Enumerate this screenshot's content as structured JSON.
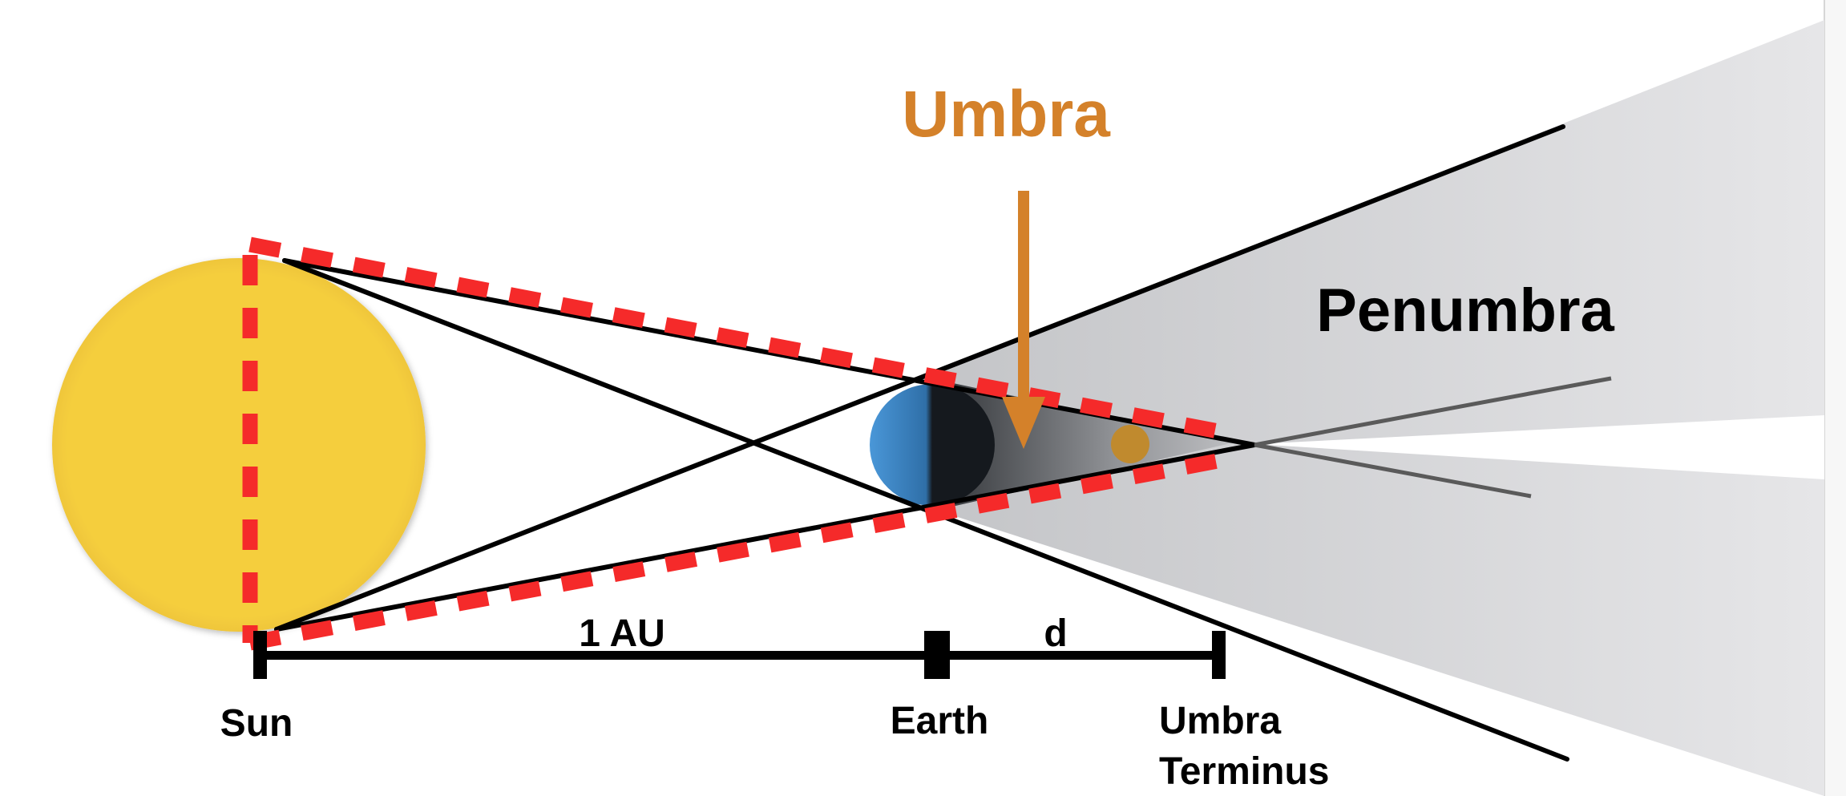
{
  "labels": {
    "umbra": "Umbra",
    "penumbra": "Penumbra",
    "au": "1 AU",
    "d": "d",
    "sun": "Sun",
    "earth": "Earth",
    "terminus_line1": "Umbra",
    "terminus_line2": "Terminus"
  },
  "colors": {
    "sun": "#F5CE3E",
    "umbra_label": "#D4812A",
    "arrow": "#D4812A",
    "dash": "#F52A2A",
    "earth_day": "#3E86C8",
    "earth_night": "#15191E",
    "moon": "#C08A2E",
    "penumbra_fill": "#D0D1D3",
    "line": "#000000"
  }
}
